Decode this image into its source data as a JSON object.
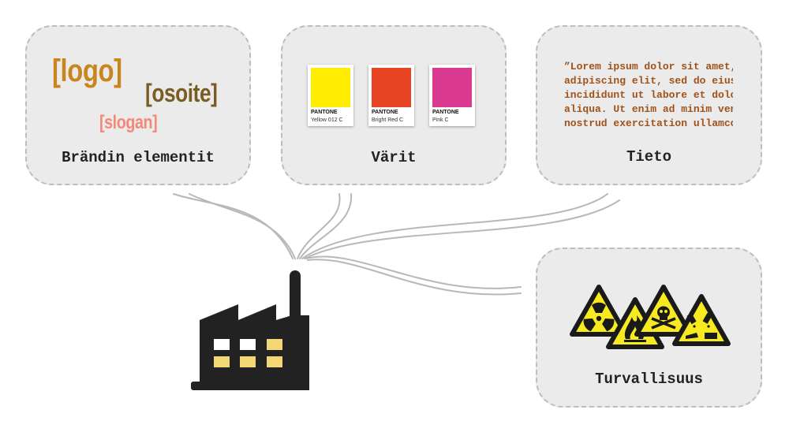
{
  "colors": {
    "panel_bg": "#ebebeb",
    "panel_border": "#bdbdbd",
    "logo": "#c9861f",
    "address": "#7a5d22",
    "slogan": "#f2897a",
    "info_text": "#a0521a",
    "factory": "#222222",
    "window_white": "#ffffff",
    "window_yellow": "#f2d774",
    "hazard_yellow": "#f7ea21"
  },
  "brand": {
    "label": "Brändin elementit",
    "logo": "[logo]",
    "address": "[osoite]",
    "slogan": "[slogan]"
  },
  "colors_panel": {
    "label": "Värit",
    "swatches": [
      {
        "brand": "PANTONE",
        "name": "Yellow 012 C",
        "hex": "#ffec00"
      },
      {
        "brand": "PANTONE",
        "name": "Bright Red C",
        "hex": "#e84524"
      },
      {
        "brand": "PANTONE",
        "name": "Pink C",
        "hex": "#d93a8f"
      }
    ]
  },
  "info": {
    "label": "Tieto",
    "lines": [
      "”Lorem ipsum dolor sit amet, consectetur",
      "adipiscing elit, sed do eiusmod tempor",
      "incididunt ut labore et dolore magna",
      "aliqua. Ut enim ad minim veniam, quis",
      "nostrud exercitation ullamco laboris"
    ]
  },
  "safety": {
    "label": "Turvallisuus",
    "icons": [
      "radiation-icon",
      "flammable-icon",
      "toxic-icon",
      "corrosive-icon"
    ]
  },
  "factory": {
    "icon": "factory-icon"
  }
}
